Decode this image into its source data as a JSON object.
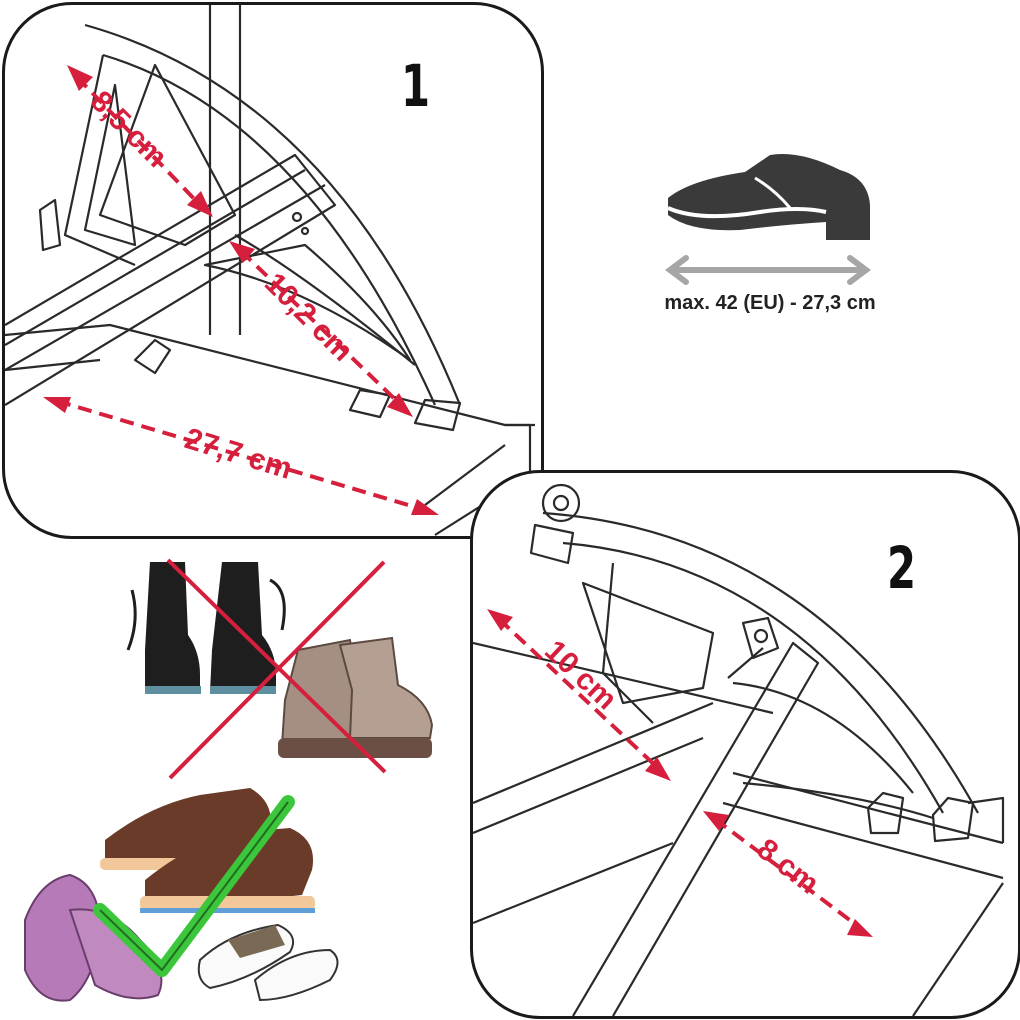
{
  "panel1": {
    "step_number": "1",
    "dimension_a": "8,5 cm",
    "dimension_b": "10,2 cm",
    "dimension_c": "27,7 cm"
  },
  "panel2": {
    "step_number": "2",
    "dimension_a": "10 cm",
    "dimension_b": "8 cm"
  },
  "size_info": {
    "caption": "max. 42 (EU) - 27,3 cm",
    "shoe_icon": "dress-shoe-icon",
    "arrow_icon": "double-arrow-icon"
  },
  "footwear": {
    "not_allowed": [
      "boots-icon",
      "hiking-boots-icon"
    ],
    "allowed": [
      "sneakers-icon",
      "ballet-flats-icon",
      "slippers-icon"
    ],
    "cross_mark": "red-cross-icon",
    "check_mark": "green-check-icon"
  },
  "colors": {
    "dimension_red": "#d61f3c",
    "check_green": "#3cc63c",
    "arrow_gray": "#a6a6a6"
  }
}
